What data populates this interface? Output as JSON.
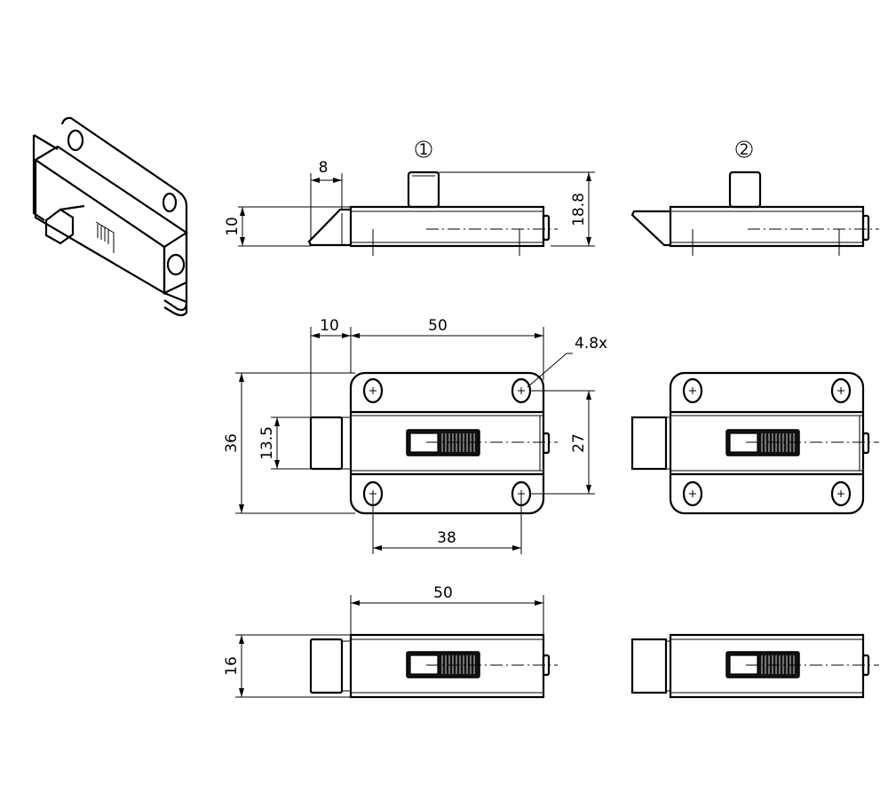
{
  "drawing": {
    "variant_markers": [
      "1",
      "2"
    ],
    "dimensions": {
      "bolt_bevel": "8",
      "bolt_height_side": "10",
      "overall_height_side": "18.8",
      "bolt_projection": "10",
      "plate_length": "50",
      "hole_callout": "4.8x",
      "plate_height": "36",
      "bolt_height_front": "13.5",
      "hole_spacing_vertical": "27",
      "hole_spacing_horizontal": "38",
      "body_length_bottom": "50",
      "body_height_bottom": "16"
    }
  }
}
